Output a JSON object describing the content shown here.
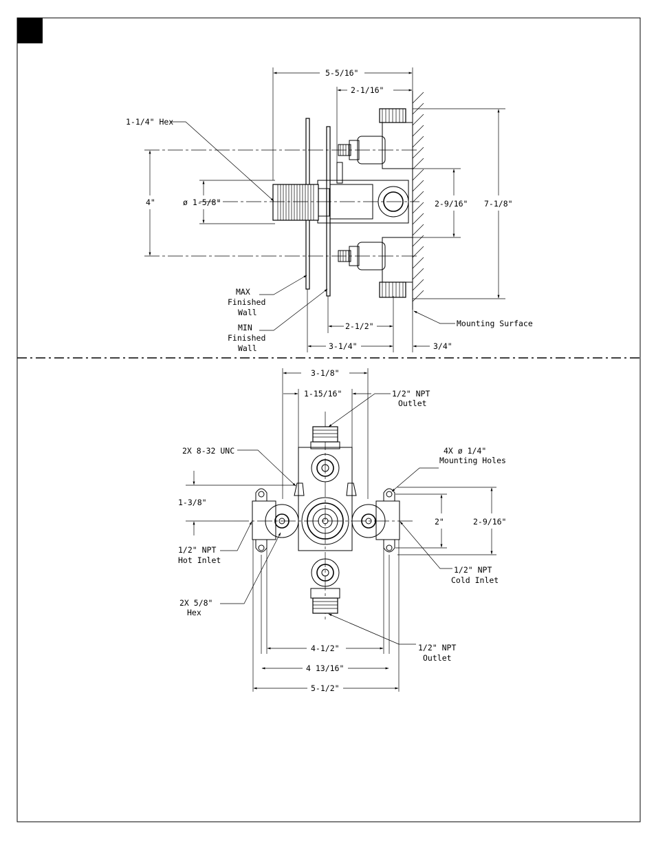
{
  "side_view": {
    "dims": {
      "overall_depth": "5-5/16\"",
      "body_depth": "2-1/16\"",
      "hex": "1-1/4\" Hex",
      "center_height": "4\"",
      "diameter": "ø 1-5/8\"",
      "bracket_height": "2-9/16\"",
      "overall_height": "7-1/8\"",
      "min_depth": "2-1/2\"",
      "max_depth": "3-1/4\"",
      "surface_offset": "3/4\""
    },
    "labels": {
      "max_wall": [
        "MAX",
        "Finished",
        "Wall"
      ],
      "min_wall": [
        "MIN",
        "Finished",
        "Wall"
      ],
      "mounting_surface": "Mounting Surface"
    }
  },
  "front_view": {
    "dims": {
      "bracket_span": "3-1/8\"",
      "outlet_span": "1-15/16\"",
      "screw_offset": "1-3/8\"",
      "hole_spacing": "2\"",
      "bracket_height": "2-9/16\"",
      "inlet_span": "4-1/2\"",
      "mount_span": "4 13/16\"",
      "overall_width": "5-1/2\""
    },
    "labels": {
      "outlet_top": [
        "1/2\" NPT",
        "Outlet"
      ],
      "screws": "2X 8-32 UNC",
      "mount_holes": [
        "4X ø 1/4\"",
        "Mounting Holes"
      ],
      "hot_inlet": [
        "1/2\" NPT",
        "Hot Inlet"
      ],
      "cold_inlet": [
        "1/2\" NPT",
        "Cold Inlet"
      ],
      "hex": [
        "2X 5/8\"",
        "Hex"
      ],
      "outlet_bottom": [
        "1/2\" NPT",
        "Outlet"
      ]
    }
  }
}
